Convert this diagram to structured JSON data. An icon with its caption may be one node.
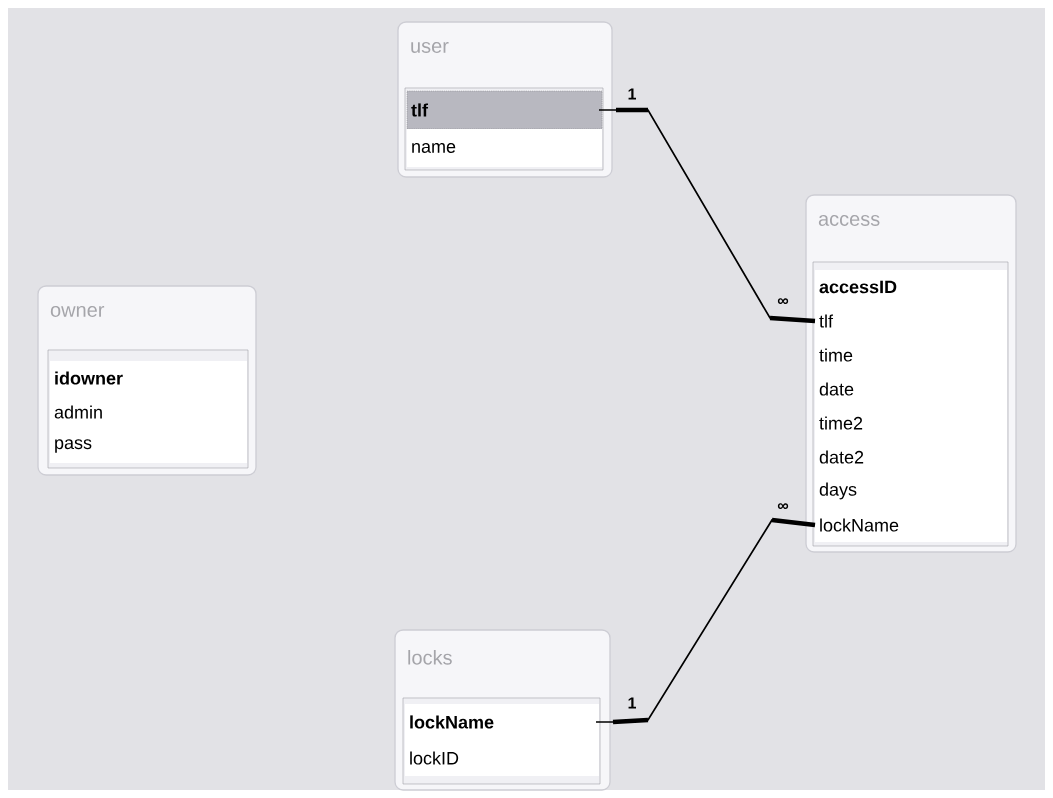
{
  "diagram": {
    "nodes": [
      {
        "text": [
          "user"
        ]
      },
      {
        "text": [
          "tlf"
        ],
        "in": 0
      },
      {
        "text": [
          "name"
        ],
        "in": 0
      },
      {
        "text": [
          "owner"
        ]
      },
      {
        "text": [
          "idowner"
        ],
        "in": 3
      },
      {
        "text": [
          "admin"
        ],
        "in": 3
      },
      {
        "text": [
          "pass"
        ],
        "in": 3
      },
      {
        "text": [
          "access"
        ]
      },
      {
        "text": [
          "accessID"
        ],
        "in": 7
      },
      {
        "text": [
          "tlf"
        ],
        "in": 7
      },
      {
        "text": [
          "time"
        ],
        "in": 7
      },
      {
        "text": [
          "date"
        ],
        "in": 7
      },
      {
        "text": [
          "time2"
        ],
        "in": 7
      },
      {
        "text": [
          "date2"
        ],
        "in": 7
      },
      {
        "text": [
          "days"
        ],
        "in": 7
      },
      {
        "text": [
          "lockName"
        ],
        "in": 7
      },
      {
        "text": [
          "locks"
        ]
      },
      {
        "text": [
          "lockName"
        ],
        "in": 16
      },
      {
        "text": [
          "lockID"
        ],
        "in": 16
      }
    ],
    "edges": [
      {
        "from": 1,
        "to": 9,
        "arrow": "none"
      },
      {
        "from": 17,
        "to": 15,
        "arrow": "none"
      }
    ],
    "labels": [
      "1",
      "∞",
      "∞",
      "1"
    ]
  }
}
